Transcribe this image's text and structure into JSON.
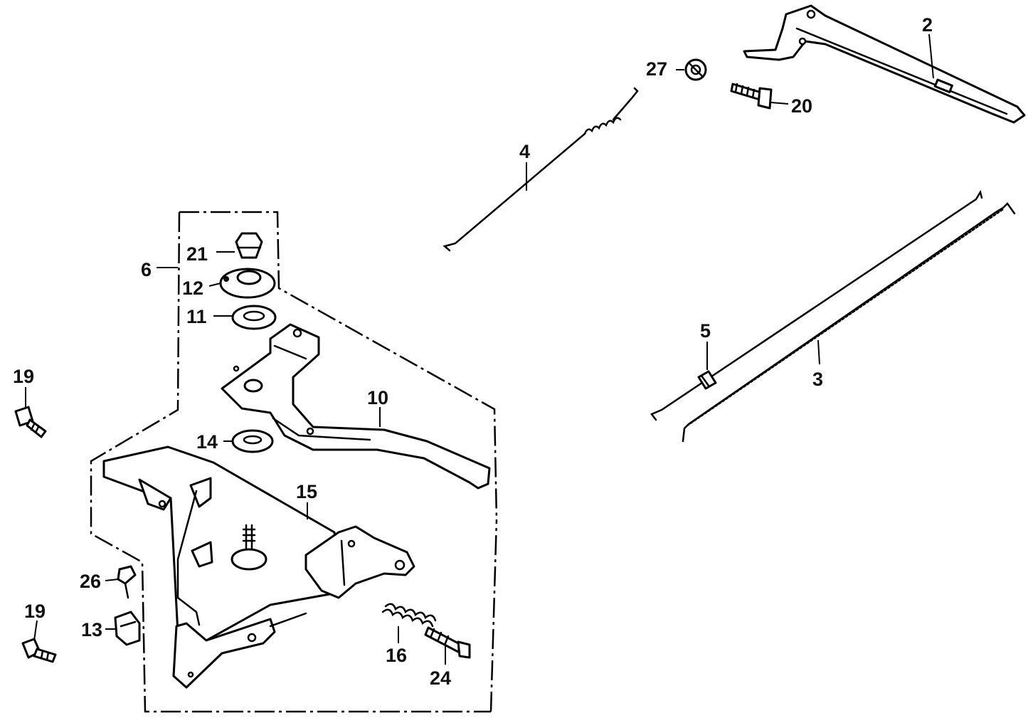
{
  "diagram": {
    "callouts": [
      {
        "id": "c2",
        "label": "2"
      },
      {
        "id": "c27",
        "label": "27"
      },
      {
        "id": "c20",
        "label": "20"
      },
      {
        "id": "c4",
        "label": "4"
      },
      {
        "id": "c5",
        "label": "5"
      },
      {
        "id": "c3",
        "label": "3"
      },
      {
        "id": "c6",
        "label": "6"
      },
      {
        "id": "c21",
        "label": "21"
      },
      {
        "id": "c12",
        "label": "12"
      },
      {
        "id": "c11",
        "label": "11"
      },
      {
        "id": "c10",
        "label": "10"
      },
      {
        "id": "c14",
        "label": "14"
      },
      {
        "id": "c19a",
        "label": "19"
      },
      {
        "id": "c15",
        "label": "15"
      },
      {
        "id": "c26",
        "label": "26"
      },
      {
        "id": "c19b",
        "label": "19"
      },
      {
        "id": "c13",
        "label": "13"
      },
      {
        "id": "c16",
        "label": "16"
      },
      {
        "id": "c24",
        "label": "24"
      }
    ]
  }
}
